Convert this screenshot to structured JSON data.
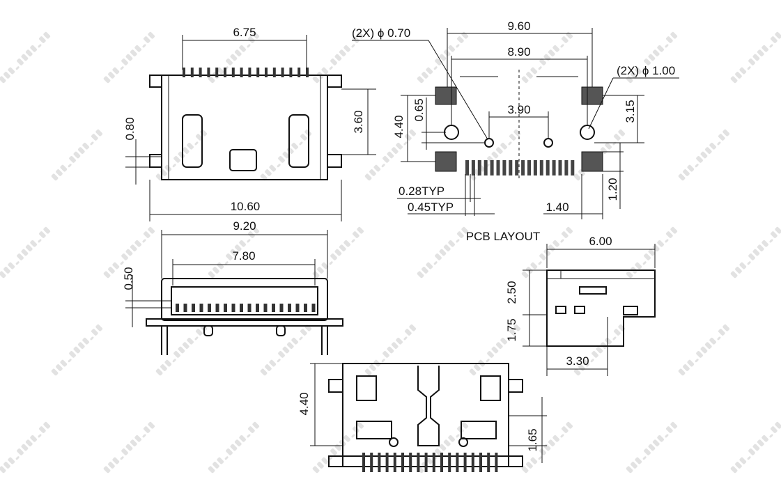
{
  "watermark": "www.dart.ru",
  "top_view": {
    "width_pins": "6.75",
    "dim_left": "0.80",
    "dim_right": "3.60",
    "total_width": "10.60"
  },
  "front_view": {
    "outer": "9.20",
    "inner": "7.80",
    "dim_left": "0.50"
  },
  "pcb_layout": {
    "title": "PCB LAYOUT",
    "hole_small": "(2X) ϕ 0.70",
    "hole_large": "(2X) ϕ 1.00",
    "pad_span": "9.60",
    "hole_span": "8.90",
    "small_hole_span": "3.90",
    "height": "4.40",
    "dim_065": "0.65",
    "dim_315": "3.15",
    "pin_width": "0.28TYP",
    "pin_pitch": "0.45TYP",
    "pad_width": "1.40",
    "pad_height": "1.20"
  },
  "side_view": {
    "length": "6.00",
    "upper": "2.50",
    "lower": "1.75",
    "step": "3.30"
  },
  "bottom_view": {
    "height": "4.40",
    "dim_right": "1.65"
  }
}
